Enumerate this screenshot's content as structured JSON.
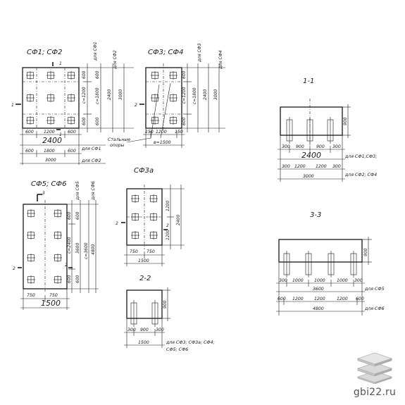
{
  "titles": {
    "sf1_sf2": "СФ1; СФ2",
    "sf3_sf4": "СФ3; СФ4",
    "sf3a": "СФ3а",
    "sf5_sf6": "СФ5; СФ6",
    "sec_1_1": "1-1",
    "sec_2_2": "2-2",
    "sec_3_3": "3-3"
  },
  "sf1": {
    "v_dims": [
      "600",
      "1200",
      "600"
    ],
    "v_dims_c": [
      "c=1200",
      "c=1800"
    ],
    "v_total": [
      "2400",
      "3000"
    ],
    "v_for": [
      "для СФ1",
      "для СФ2"
    ],
    "h_sub": [
      "600",
      "1200",
      "600"
    ],
    "h_total1": "2400",
    "h_total1_for": "для СФ1",
    "h_sub2": [
      "600",
      "1800",
      "600"
    ],
    "h_total2": "3000",
    "h_total2_for": "для СФ2",
    "cut_1": "1",
    "cut_2": "1"
  },
  "sf3": {
    "v_dims": [
      "600",
      "1200",
      "600"
    ],
    "v_dims_c": [
      "c=1200",
      "c=1800"
    ],
    "v_total": [
      "2400",
      "3000"
    ],
    "v_for": [
      "для СФ3",
      "для СФ4"
    ],
    "h_sub": [
      "150",
      "1200",
      "150"
    ],
    "h_total": "в=1500",
    "cut": "2",
    "note_1": "Стальные",
    "note_2": "опоры"
  },
  "sf3a": {
    "v_dims": [
      "1200",
      "1200"
    ],
    "v_total": "2400",
    "h_sub": [
      "750",
      "750"
    ],
    "h_total": "1500",
    "cut_left": "2",
    "cut_right": "2"
  },
  "sf5": {
    "v_dims": [
      "600",
      "c=2400",
      "600"
    ],
    "v_total_a": "3600",
    "v_total_b": "c=3600",
    "v_total_c": "4800",
    "v_for": [
      "для СФ5",
      "для СФ6"
    ],
    "h_sub": [
      "750",
      "750"
    ],
    "h_total": "1500",
    "cut_3": "3",
    "cut_2a": "2",
    "cut_2b": "2"
  },
  "section_1_1": {
    "height": "900",
    "row1": [
      "300",
      "900",
      "900",
      "300"
    ],
    "row1_total": "2400",
    "row1_for": "для СФ1;СФ3;",
    "row2": [
      "300",
      "1200",
      "1200",
      "300"
    ],
    "row2_total": "3000",
    "row2_for": "для СФ2; СФ4"
  },
  "section_2_2": {
    "height": "900",
    "row": [
      "300",
      "900",
      "300"
    ],
    "total": "1500",
    "for_1": "для СФ3; СФ3а; СФ4;",
    "for_2": "СФ5; СФ6"
  },
  "section_3_3": {
    "height": "900",
    "row1": [
      "300",
      "1000",
      "1000",
      "1000",
      "300"
    ],
    "row1_total": "3600",
    "row1_for": "для СФ5",
    "row2": [
      "600",
      "1200",
      "1200",
      "1200",
      "600"
    ],
    "row2_total": "4800",
    "row2_for": "для СФ6"
  },
  "watermark": {
    "text": "gbi22.ru",
    "icon": "stacked-slabs-icon"
  }
}
